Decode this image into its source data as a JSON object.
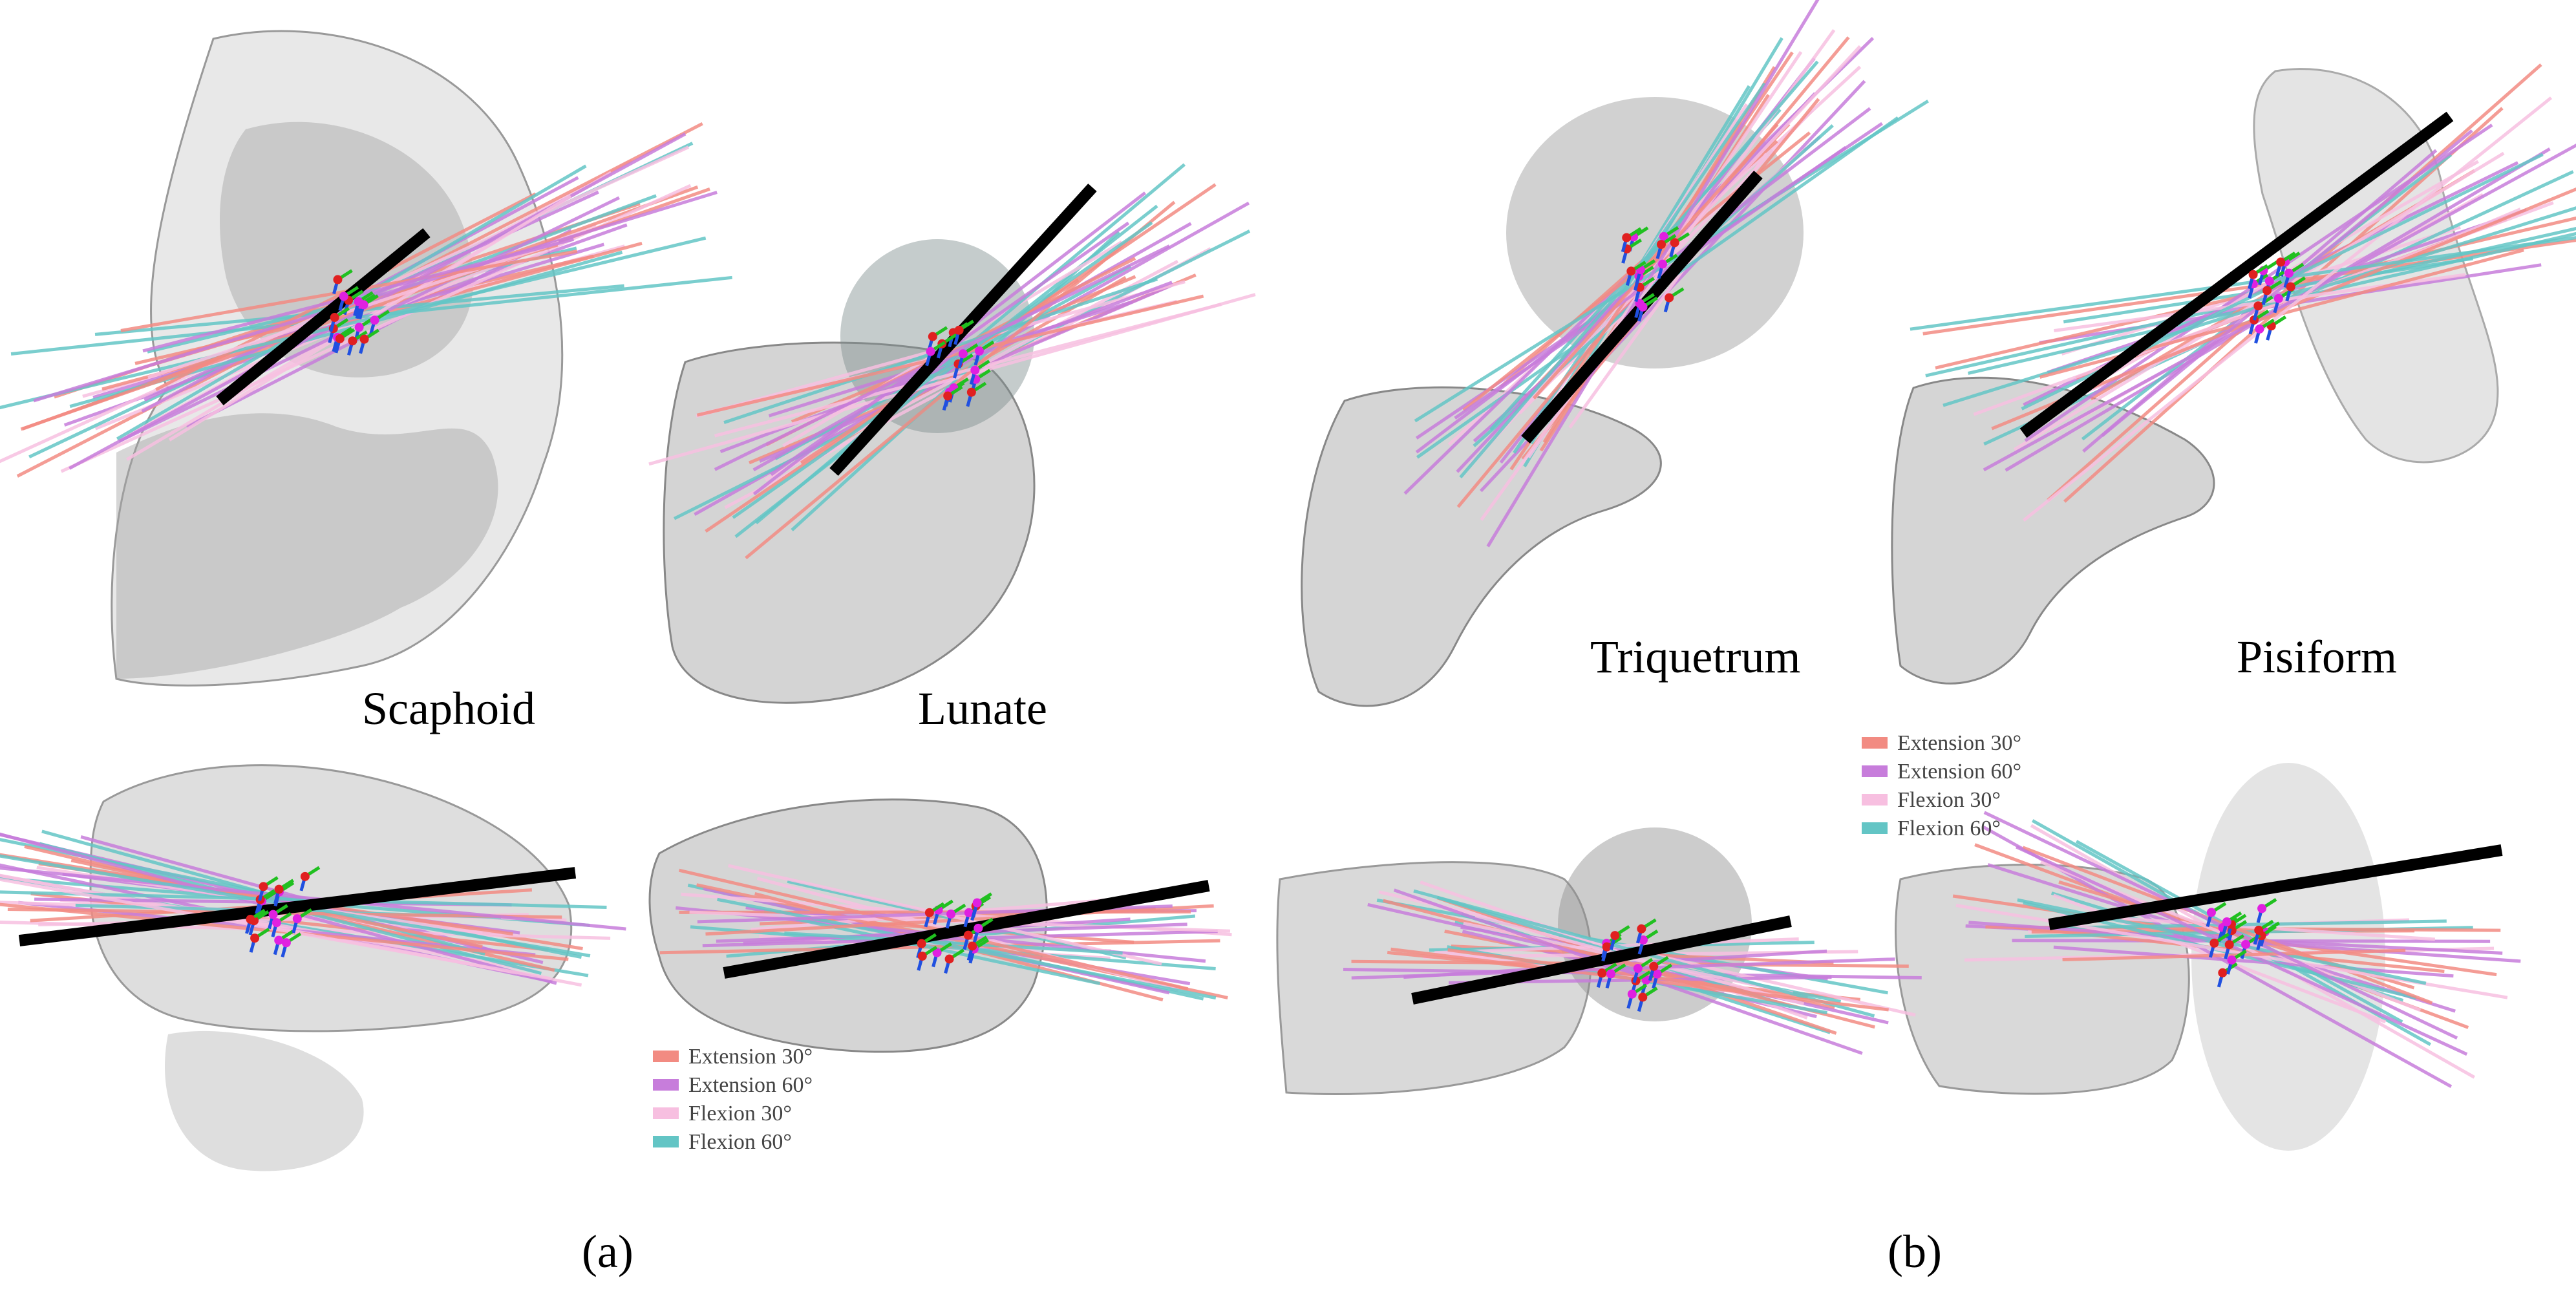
{
  "labels": {
    "scaphoid": "Scaphoid",
    "lunate": "Lunate",
    "triquetrum": "Triquetrum",
    "pisiform": "Pisiform",
    "panel_a": "(a)",
    "panel_b": "(b)"
  },
  "legend": [
    {
      "name": "Extension 30°",
      "color": "#F28B82"
    },
    {
      "name": "Extension 60°",
      "color": "#C77DDB"
    },
    {
      "name": "Flexion 30°",
      "color": "#F7BFE0"
    },
    {
      "name": "Flexion 60°",
      "color": "#63C5C5"
    }
  ],
  "colors": {
    "bone": "#b9b9b9",
    "bone_dark": "#8c8c8c",
    "mean_axis": "#000000",
    "marker_red": "#E02020",
    "marker_magenta": "#E020E0",
    "frame_green": "#20C020",
    "frame_blue": "#2050E0"
  }
}
